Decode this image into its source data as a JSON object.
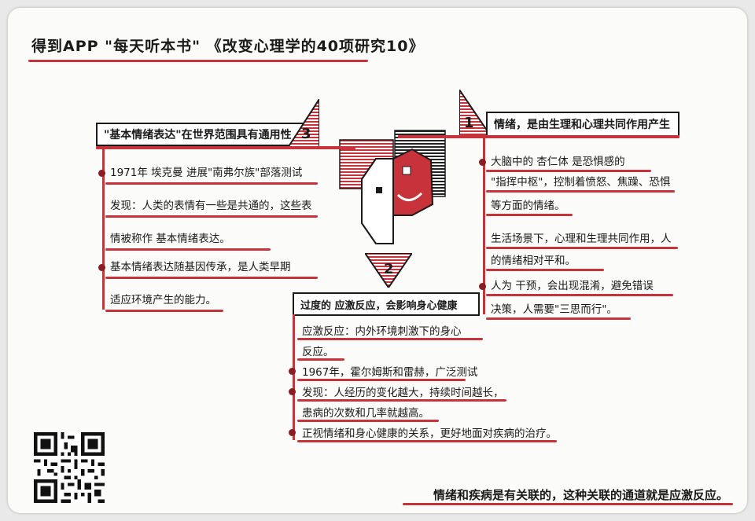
{
  "title": "得到APP \"每天听本书\" 《改变心理学的40项研究10》",
  "branch1": {
    "number": "1",
    "heading": "情绪，是由生理和心理共同作用产生",
    "items": [
      "大脑中的 杏仁体 是恐惧感的",
      "\"指挥中枢\"，控制着愤怒、焦躁、恐惧",
      "等方面的情绪。",
      "生活场景下，心理和生理共同作用，人",
      "的情绪相对平和。",
      "人为 干预，会出现混淆，避免错误",
      "决策，人需要\"三思而行\"。"
    ]
  },
  "branch2": {
    "number": "2",
    "heading": "过度的 应激反应，会影响身心健康",
    "items": [
      "应激反应：内外环境刺激下的身心",
      "反应。",
      "1967年，霍尔姆斯和雷赫，广泛测试",
      "发现：人经历的变化越大，持续时间越长，",
      "患病的次数和几率就越高。",
      "正视情绪和身心健康的关系，更好地面对疾病的治疗。"
    ]
  },
  "branch3": {
    "number": "3",
    "heading": "\"基本情绪表达\"在世界范围具有通用性",
    "items": [
      "1971年 埃克曼 进展\"南弗尔族\"部落测试",
      "发现：人类的表情有一些是共通的，这些表",
      "情被称作 基本情绪表达。",
      "基本情绪表达随基因传承，是人类早期",
      "适应环境产生的能力。"
    ]
  },
  "footer": "情绪和疾病是有关联的，这种关联的通道就是应激反应。",
  "colors": {
    "accent": "#c8323a",
    "dark": "#1a1a1a",
    "dot": "#8b1c22",
    "paper": "#fbfbf9"
  }
}
